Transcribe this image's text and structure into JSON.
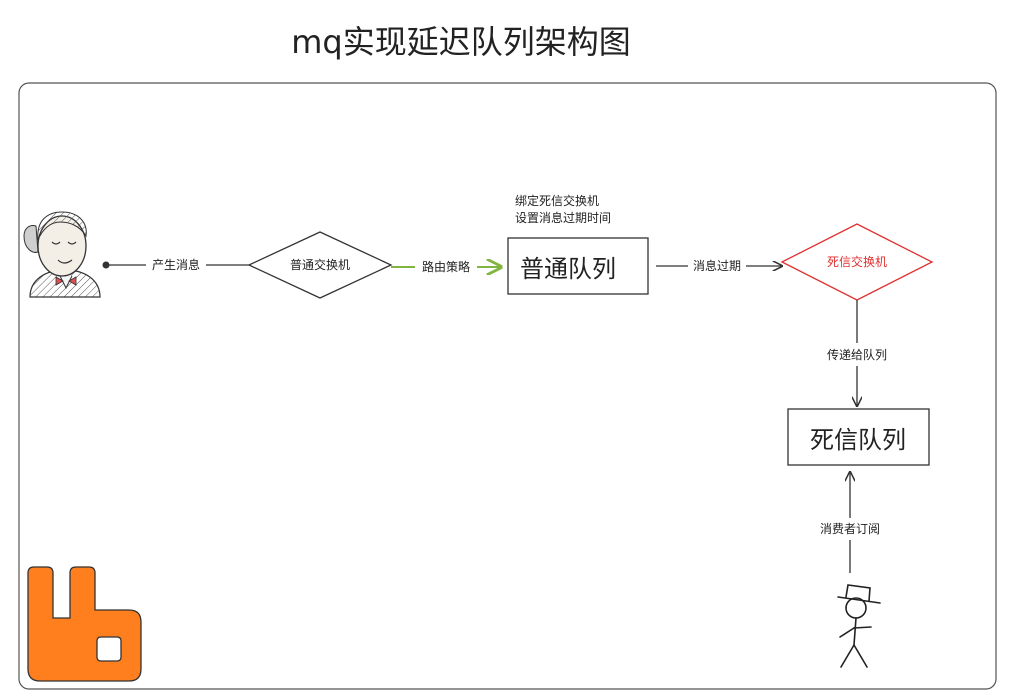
{
  "title": "mq实现延迟队列架构图",
  "nodes": {
    "normal_exchange": "普通交换机",
    "normal_queue": "普通队列",
    "dead_letter_exchange": "死信交换机",
    "dead_letter_queue": "死信队列"
  },
  "annotations": {
    "bind_line1": "绑定死信交换机",
    "bind_line2": "设置消息过期时间"
  },
  "edges": {
    "produce": "产生消息",
    "routing": "路由策略",
    "expire": "消息过期",
    "deliver": "传递给队列",
    "subscribe": "消费者订阅"
  },
  "colors": {
    "stroke": "#333333",
    "dead_letter_exchange": "#e03030",
    "routing_arrow": "#82b440",
    "rabbitmq_logo": "#ff7f1e"
  },
  "icons": {
    "producer": "jenkins-butler-icon",
    "consumer": "stick-figure-with-hat-icon",
    "brand": "rabbitmq-logo-icon"
  }
}
